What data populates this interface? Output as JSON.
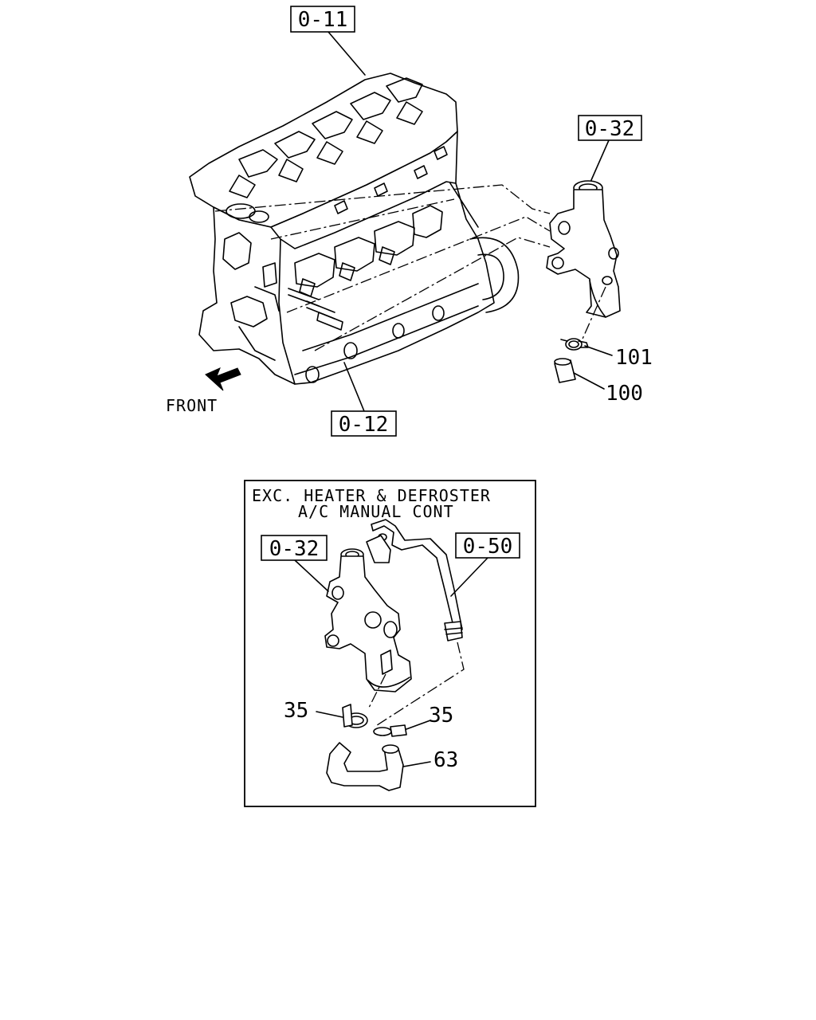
{
  "diagram": {
    "refs": {
      "engine_block": "0-11",
      "oil_pan": "0-12",
      "thermostat_housing_top": "0-32",
      "thermostat_housing_inset": "0-32",
      "pipe_inset": "0-50"
    },
    "parts": {
      "clip_101": "101",
      "hose_100": "100",
      "clamp_35_left": "35",
      "clamp_35_right": "35",
      "hose_63": "63"
    },
    "front_label": "FRONT",
    "inset": {
      "title_line1": "EXC. HEATER & DEFROSTER",
      "title_line2": "A/C MANUAL CONT"
    }
  }
}
